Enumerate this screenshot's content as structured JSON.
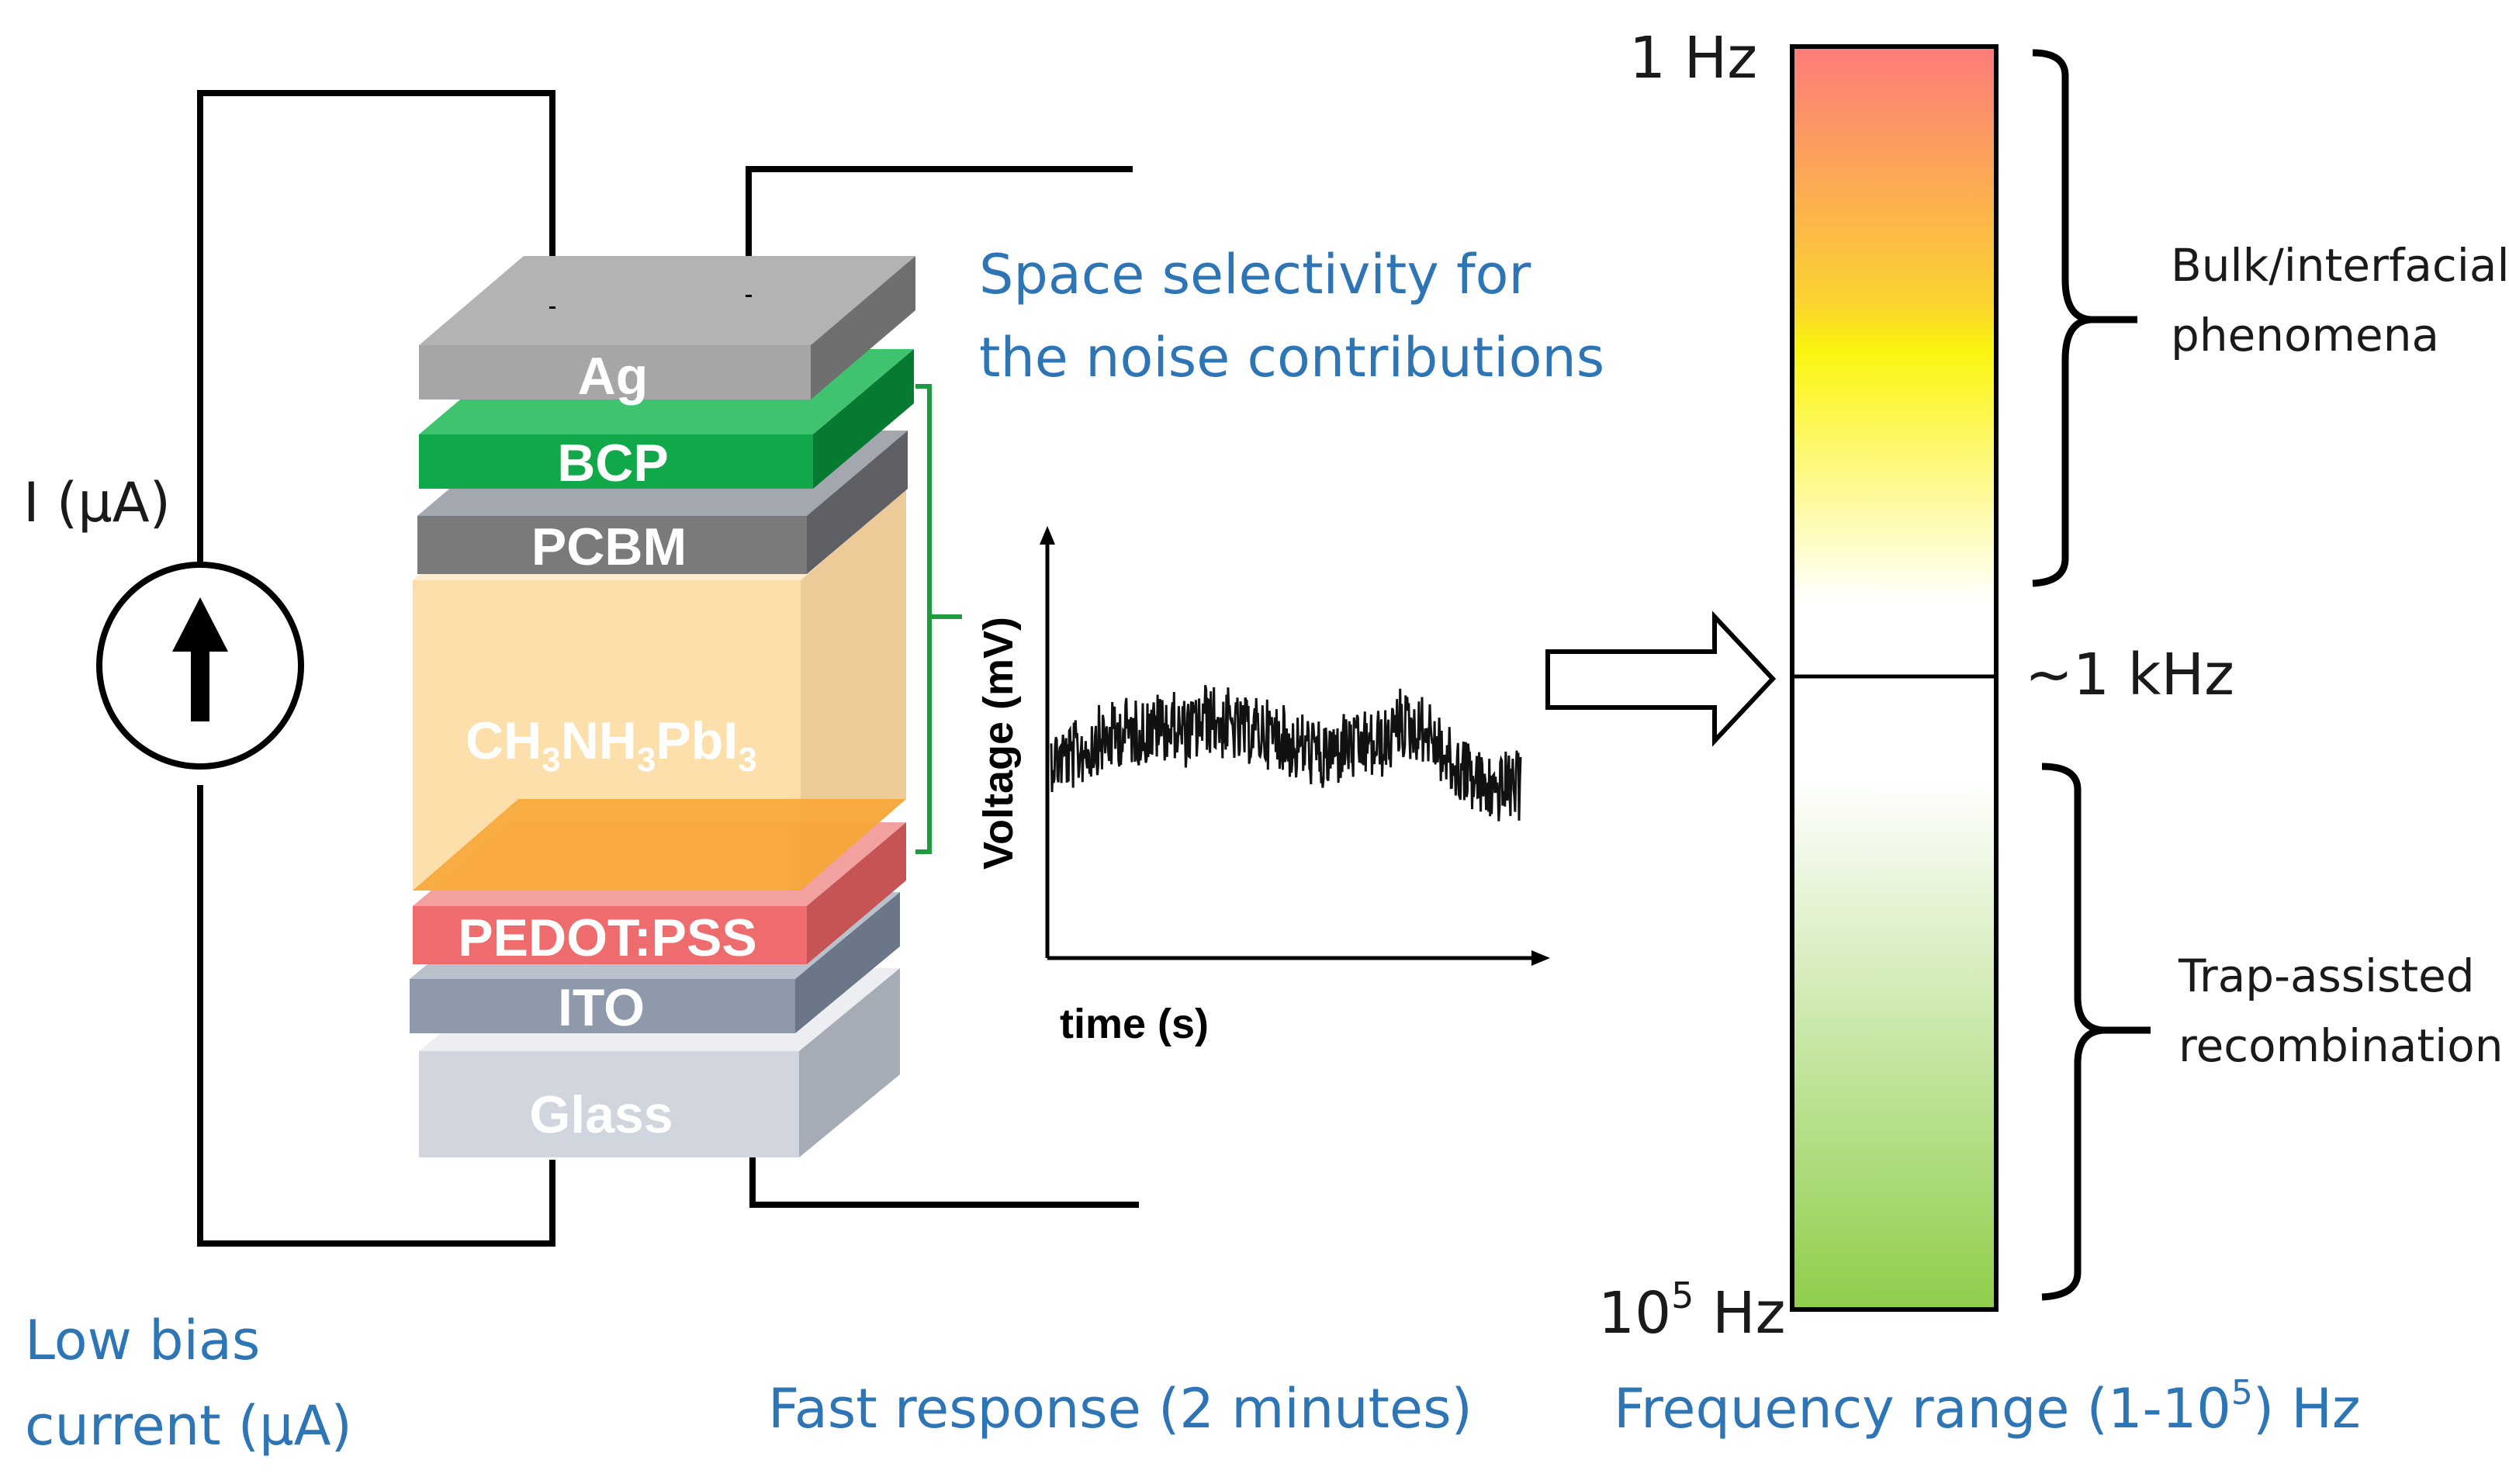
{
  "circuit": {
    "current_label": "I (µA)",
    "source_icon": "current-source-arrow-icon"
  },
  "stack": {
    "layers": [
      {
        "label": "Ag",
        "color": "#a6a6a6"
      },
      {
        "label": "BCP",
        "color": "#11a84a"
      },
      {
        "label": "PCBM",
        "color": "#7a7a7a"
      },
      {
        "label_parts": [
          "CH",
          "3",
          "NH",
          "3",
          "PbI",
          "3"
        ],
        "color": "#fcd79b"
      },
      {
        "label": "PEDOT:PSS",
        "color": "#ee6b6e"
      },
      {
        "label": "ITO",
        "color": "#8e9aab"
      },
      {
        "label": "Glass",
        "color": "#d0d5de"
      }
    ]
  },
  "annotations": {
    "space_selectivity_line1": "Space selectivity for",
    "space_selectivity_line2": "the noise contributions",
    "low_bias_line1": "Low bias",
    "low_bias_line2": "current (µA)",
    "fast_response": "Fast response (2 minutes)",
    "frequency_range_prefix": "Frequency range (1-10",
    "frequency_range_sup": "5",
    "frequency_range_suffix": ") Hz"
  },
  "noise_plot": {
    "ylabel": "Voltage (mV)",
    "xlabel": "time (s)"
  },
  "frequency_bar": {
    "top_label": "1 Hz",
    "mid_label": "~1 kHz",
    "bottom_label_base": "10",
    "bottom_label_sup": "5",
    "bottom_label_unit": " Hz",
    "gradient_colors": [
      "#fd7b7b",
      "#fbf40f",
      "#ffffff",
      "#ffffff",
      "#8fce4a"
    ],
    "upper_region": [
      "Bulk/interfacial",
      "phenomena"
    ],
    "lower_region": [
      "Trap-assisted",
      "recombination"
    ]
  }
}
